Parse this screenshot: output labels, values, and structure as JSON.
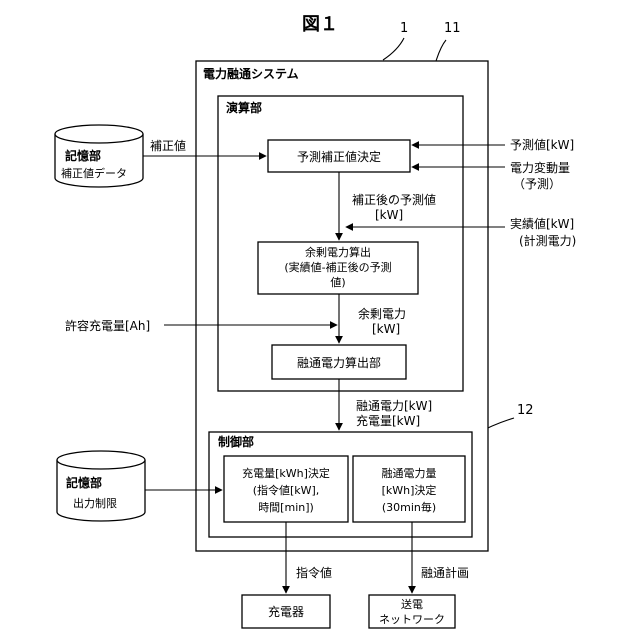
{
  "figure_title": "図１",
  "ref_numbers": {
    "system": "1",
    "calc": "11",
    "control": "12"
  },
  "system": {
    "title": "電力融通システム"
  },
  "calc": {
    "title": "演算部",
    "correction_decision": "予測補正値決定",
    "surplus_lines": [
      "余剰電力算出",
      "(実績値-補正後の予測",
      "値)"
    ],
    "interchange_calc": "融通電力算出部"
  },
  "control": {
    "title": "制御部",
    "charge_lines": [
      "充電量[kWh]決定",
      "(指令値[kW],",
      "時間[min])"
    ],
    "interchange_lines": [
      "融通電力量",
      "[kWh]決定",
      "(30min毎)"
    ]
  },
  "storage_top": {
    "title": "記憶部",
    "subtitle": "補正値データ"
  },
  "storage_bottom": {
    "title": "記憶部",
    "subtitle": "出力制限"
  },
  "labels": {
    "correction_value": "補正値",
    "forecast": "予測値[kW]",
    "fluctuation_1": "電力変動量",
    "fluctuation_2": "（予測）",
    "corrected_forecast_1": "補正後の予測値",
    "corrected_forecast_2": "[kW]",
    "actual_1": "実績値[kW]",
    "actual_2": "(計測電力)",
    "allowable_charge": "許容充電量[Ah]",
    "surplus_1": "余剰電力",
    "surplus_2": "[kW]",
    "interchange_power_1": "融通電力[kW]",
    "interchange_power_2": "充電量[kW]",
    "command_value": "指令値",
    "interchange_plan": "融通計画"
  },
  "outputs": {
    "charger": "充電器",
    "grid_1": "送電",
    "grid_2": "ネットワーク"
  }
}
